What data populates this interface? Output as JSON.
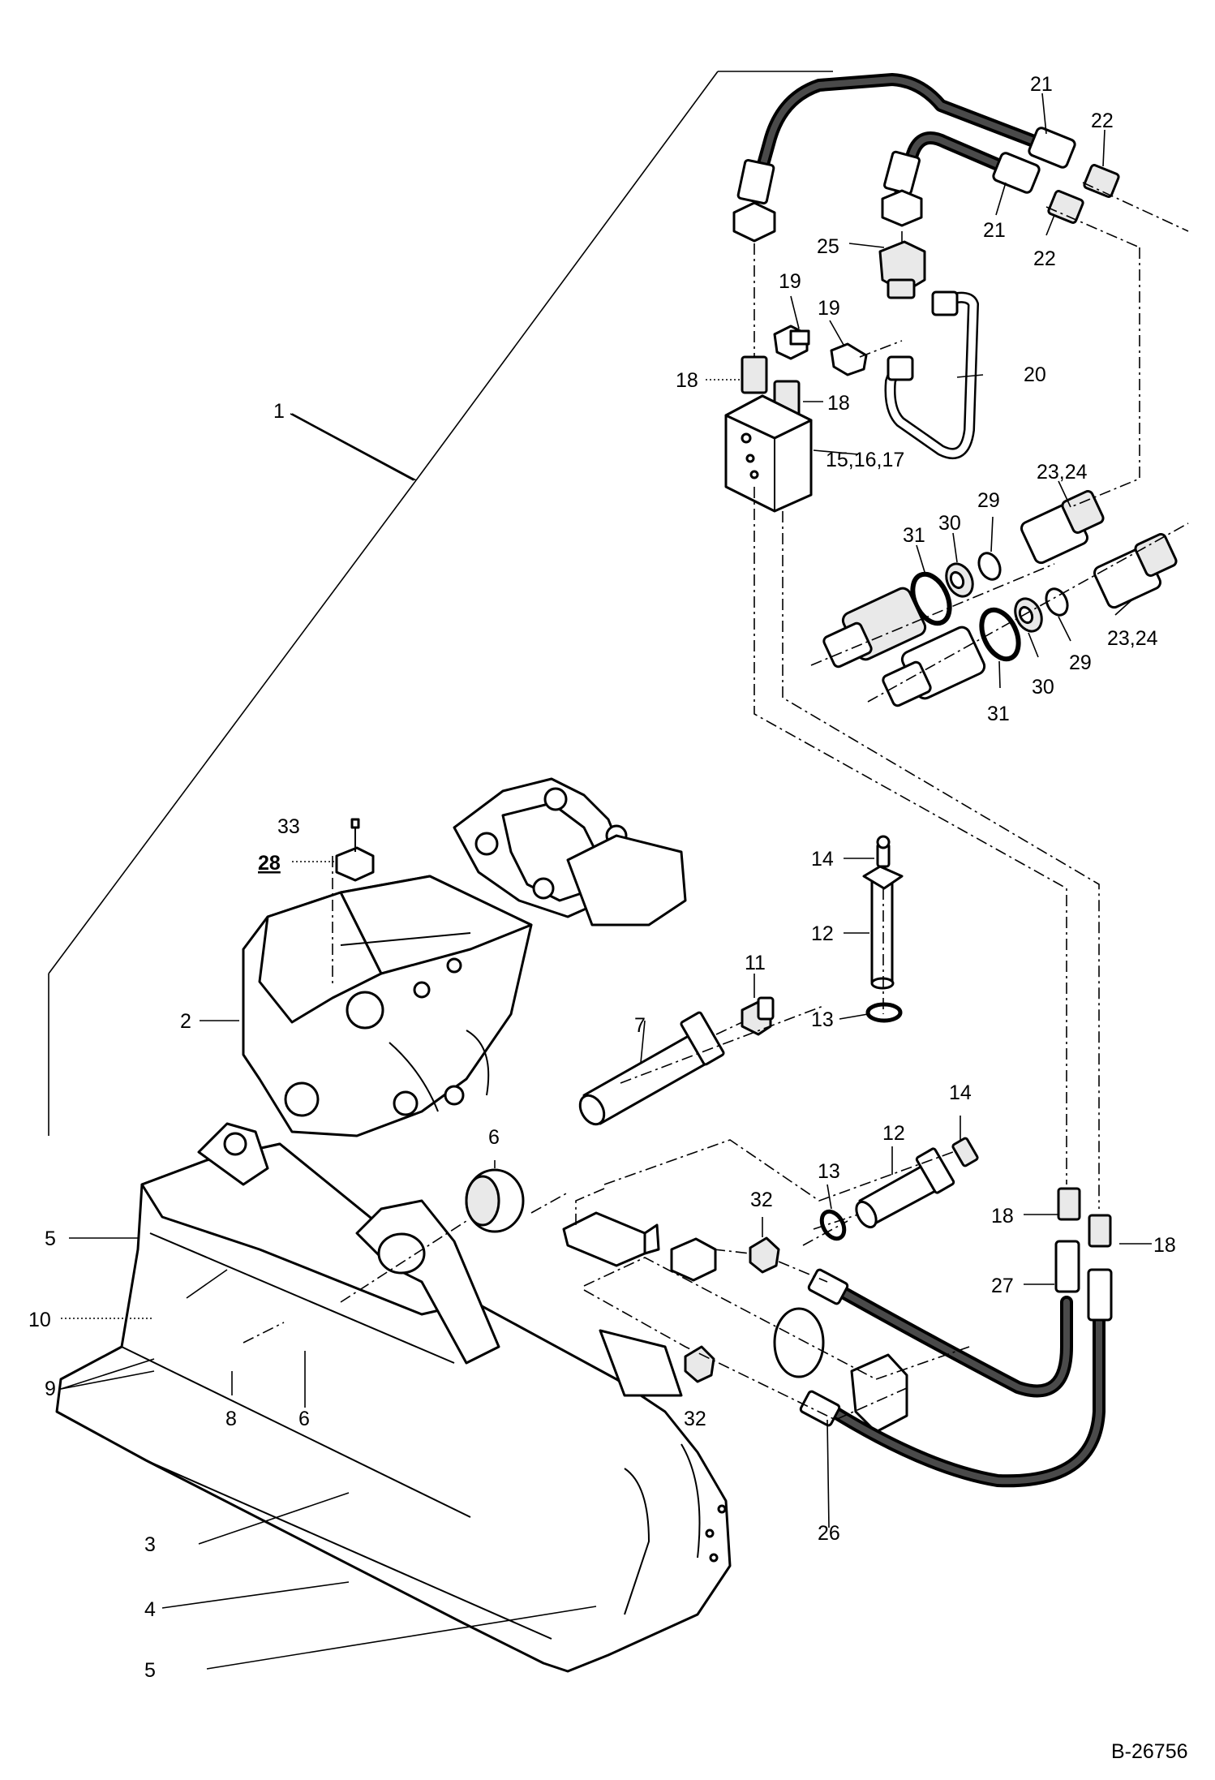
{
  "figure_id": "B-26756",
  "callouts": [
    {
      "id": "c1",
      "text": "1"
    },
    {
      "id": "c2",
      "text": "2"
    },
    {
      "id": "c3",
      "text": "3"
    },
    {
      "id": "c4",
      "text": "4"
    },
    {
      "id": "c5a",
      "text": "5"
    },
    {
      "id": "c5b",
      "text": "5"
    },
    {
      "id": "c6a",
      "text": "6"
    },
    {
      "id": "c6b",
      "text": "6"
    },
    {
      "id": "c7",
      "text": "7"
    },
    {
      "id": "c8",
      "text": "8"
    },
    {
      "id": "c9",
      "text": "9"
    },
    {
      "id": "c10",
      "text": "10"
    },
    {
      "id": "c11",
      "text": "11"
    },
    {
      "id": "c12a",
      "text": "12"
    },
    {
      "id": "c12b",
      "text": "12"
    },
    {
      "id": "c13a",
      "text": "13"
    },
    {
      "id": "c13b",
      "text": "13"
    },
    {
      "id": "c14a",
      "text": "14"
    },
    {
      "id": "c14b",
      "text": "14"
    },
    {
      "id": "c15",
      "text": "15,16,17"
    },
    {
      "id": "c18a",
      "text": "18"
    },
    {
      "id": "c18b",
      "text": "18"
    },
    {
      "id": "c18c",
      "text": "18"
    },
    {
      "id": "c18d",
      "text": "18"
    },
    {
      "id": "c19a",
      "text": "19"
    },
    {
      "id": "c19b",
      "text": "19"
    },
    {
      "id": "c20",
      "text": "20"
    },
    {
      "id": "c21a",
      "text": "21"
    },
    {
      "id": "c21b",
      "text": "21"
    },
    {
      "id": "c22a",
      "text": "22"
    },
    {
      "id": "c22b",
      "text": "22"
    },
    {
      "id": "c23a",
      "text": "23,24"
    },
    {
      "id": "c23b",
      "text": "23,24"
    },
    {
      "id": "c25",
      "text": "25"
    },
    {
      "id": "c26",
      "text": "26"
    },
    {
      "id": "c27",
      "text": "27"
    },
    {
      "id": "c28",
      "text": "28"
    },
    {
      "id": "c29a",
      "text": "29"
    },
    {
      "id": "c29b",
      "text": "29"
    },
    {
      "id": "c30a",
      "text": "30"
    },
    {
      "id": "c30b",
      "text": "30"
    },
    {
      "id": "c31a",
      "text": "31"
    },
    {
      "id": "c31b",
      "text": "31"
    },
    {
      "id": "c32a",
      "text": "32"
    },
    {
      "id": "c32b",
      "text": "32"
    },
    {
      "id": "c33",
      "text": "33"
    }
  ]
}
